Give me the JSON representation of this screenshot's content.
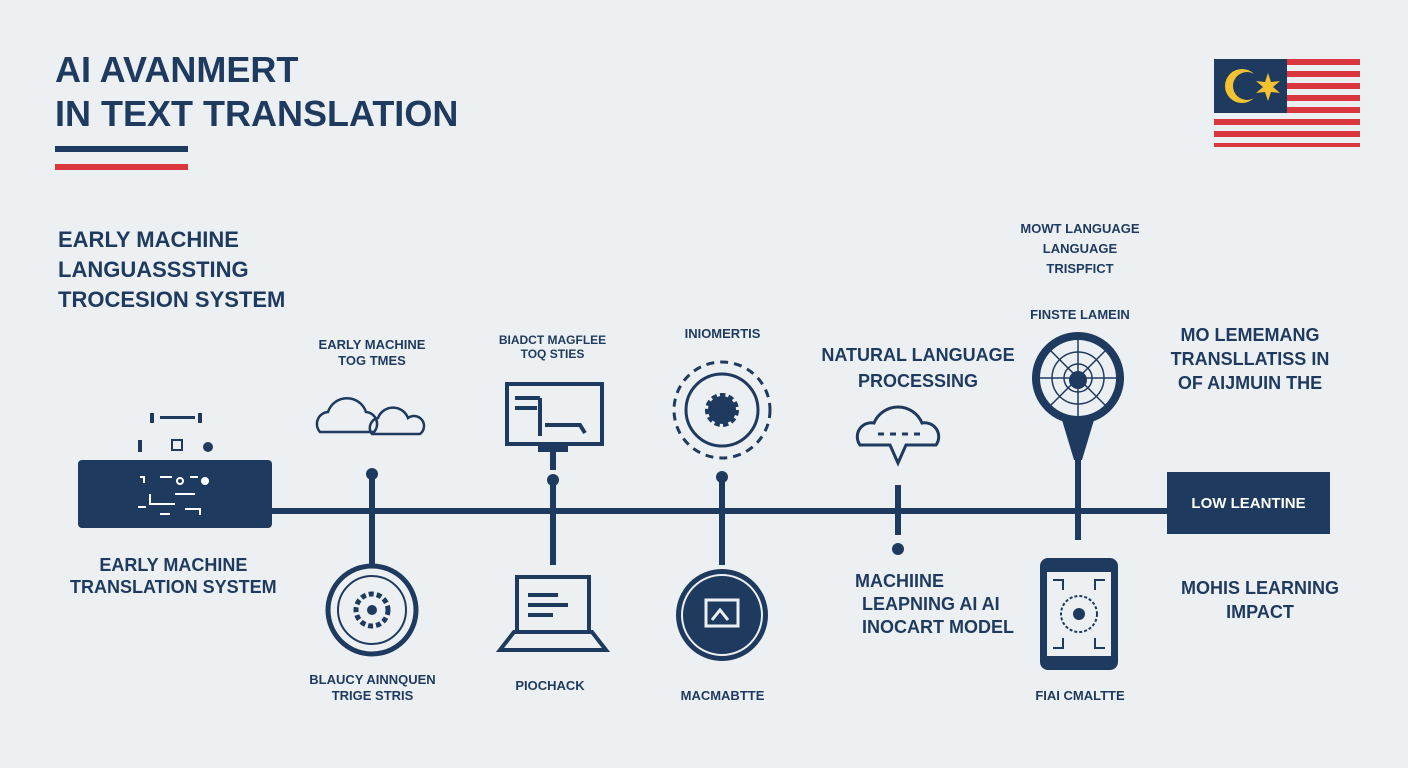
{
  "title": {
    "line1": "AI AVANMERT",
    "line2": "IN TEXT TRANSLATION"
  },
  "colors": {
    "navy": "#1f3a5f",
    "red": "#d9363e",
    "background": "#edf0f2"
  },
  "flag": "malaysia-flag",
  "left_heading": [
    "EARLY MACHINE",
    "LANGUASSSTING",
    "TROCESION SYSTEM"
  ],
  "nodes": {
    "start_box_label": [
      "EARLY MACHINE",
      "TRANSLATION SYSTEM"
    ],
    "n1_top": [
      "EARLY MACHINE",
      "TOG TMES"
    ],
    "n1_bottom": [
      "BLAUCY AINNQUEN",
      "TRIGE STRIS"
    ],
    "n2_top": [
      "BIADCT MAGFLEE",
      "TOQ STIES"
    ],
    "n2_bottom": "PIOCHACK",
    "n3_top": "INIOMERTIS",
    "n3_bottom": "MACMABTTE",
    "n4_top": [
      "NATURAL LANGUAGE",
      "PROCESSING"
    ],
    "n4_bottom": [
      "MACHIINE",
      "LEAPNING AI AI",
      "INOCART MODEL"
    ],
    "n5_top_a": [
      "MOWT LANGUAGE",
      "LANGUAGE",
      "TRISPFICT"
    ],
    "n5_top_b": "FINSTE LAMEIN",
    "n5_bottom": "FIAI CMALTTE",
    "right_heading": [
      "MO LEMEMANG",
      "TRANSLLATISS IN",
      "OF AIJMUIN THE"
    ],
    "end_box": "LOW LEANTINE",
    "end_bottom": [
      "MOHIS LEARNING",
      "IMPACT"
    ]
  }
}
